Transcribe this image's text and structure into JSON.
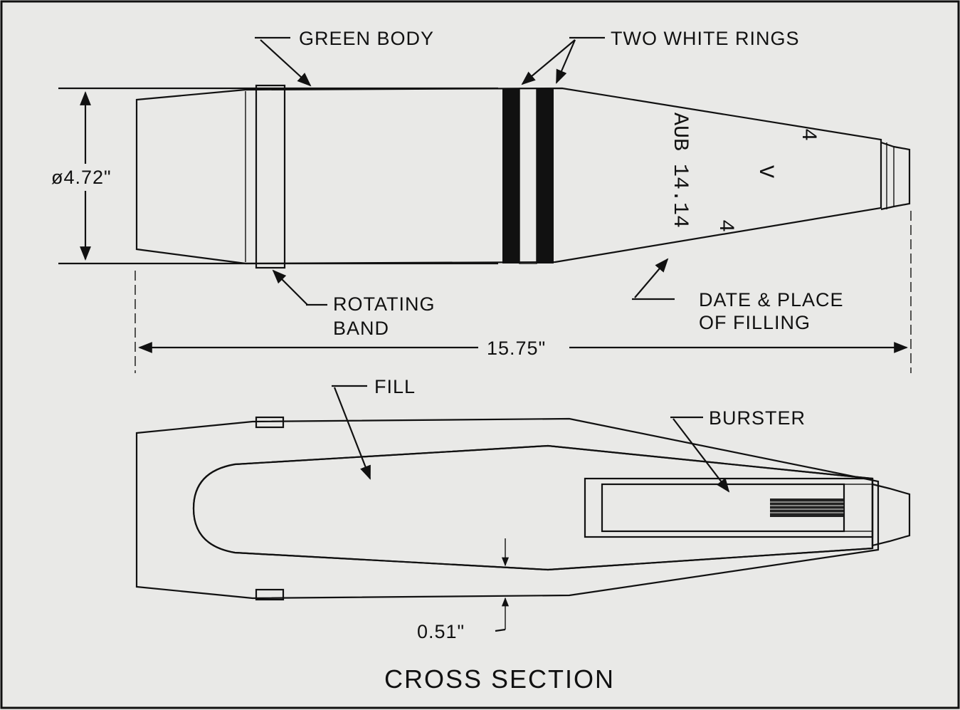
{
  "labels": {
    "green_body": "GREEN BODY",
    "two_white_rings": "TWO WHITE RINGS",
    "diameter": "ø4.72\"",
    "rotating_band_line1": "ROTATING",
    "rotating_band_line2": "BAND",
    "date_place_line1": "DATE & PLACE",
    "date_place_line2": "OF FILLING",
    "length": "15.75\"",
    "fill": "FILL",
    "burster": "BURSTER",
    "wall_thickness": "0.51\"",
    "cross_section_title": "CROSS SECTION"
  },
  "markings": {
    "fill_code": "AUB 14.14",
    "mark_top": "4",
    "mark_middle": "V",
    "mark_bottom": "4"
  },
  "colors": {
    "background": "#e9e9e7",
    "ink": "#111111"
  }
}
